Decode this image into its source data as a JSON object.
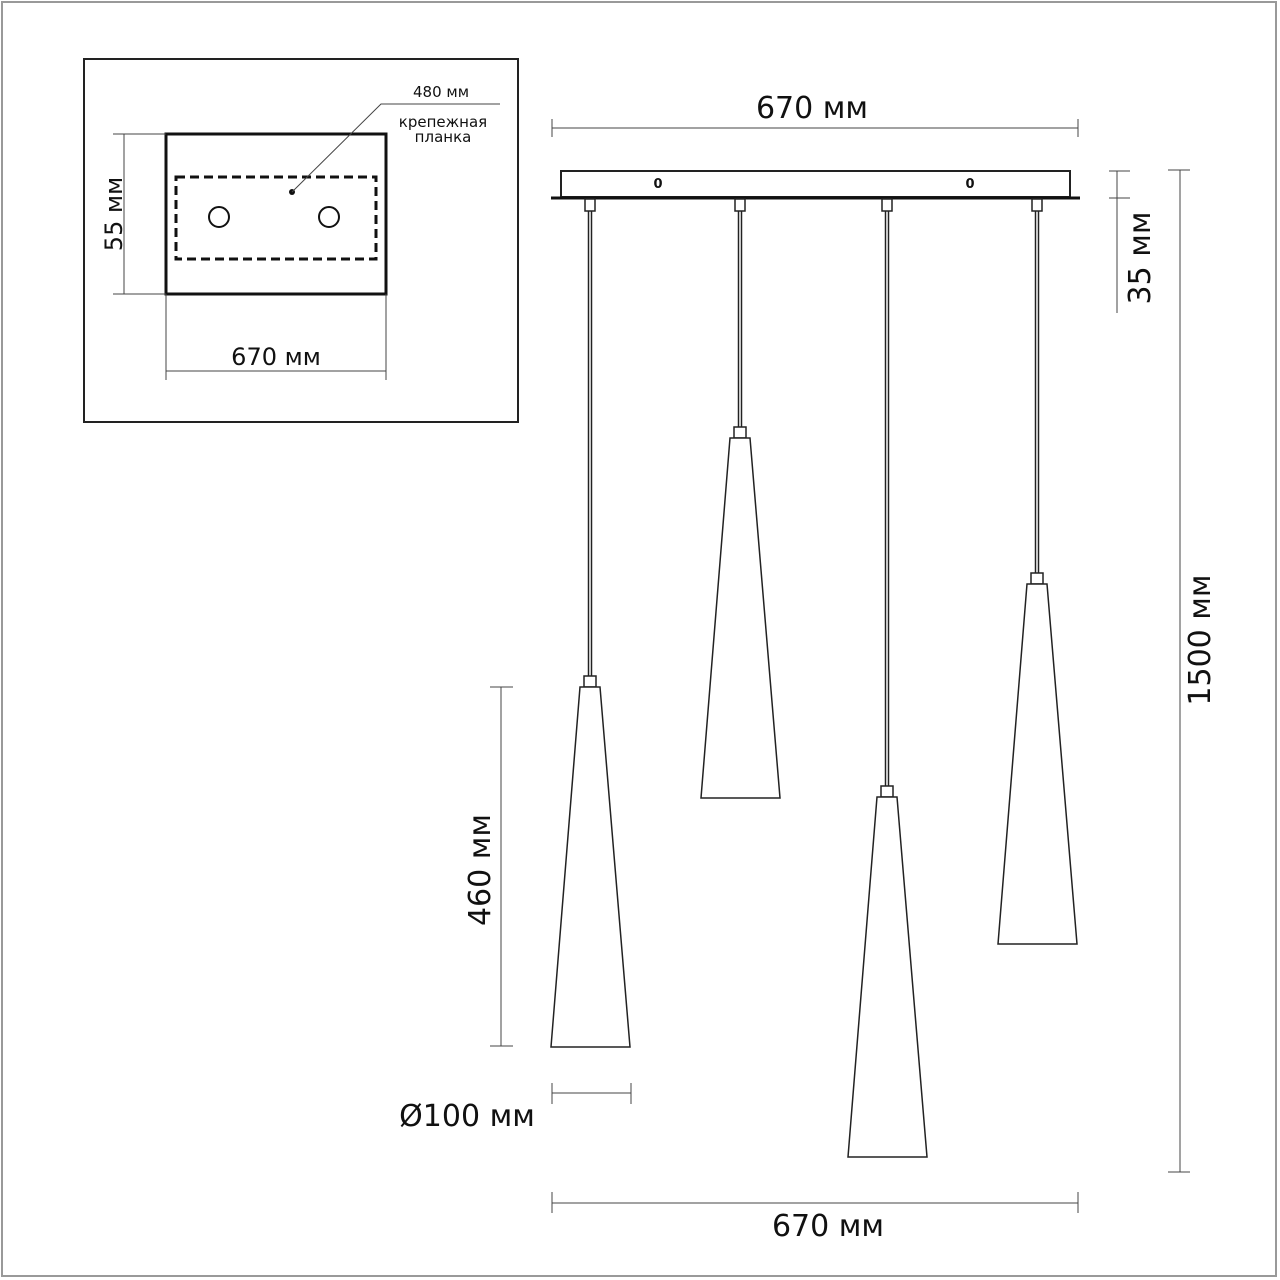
{
  "inset": {
    "bracket_length": "480 мм",
    "bracket_label_line1": "крепежная",
    "bracket_label_line2": "планка",
    "height": "55 мм",
    "width": "670 мм"
  },
  "main": {
    "top_width": "670 мм",
    "canopy_height": "35 мм",
    "total_height": "1500 мм",
    "shade_length": "460 мм",
    "shade_diameter": "Ø100 мм",
    "bottom_width": "670 мм",
    "canopy_marks": [
      "0",
      "0"
    ]
  }
}
